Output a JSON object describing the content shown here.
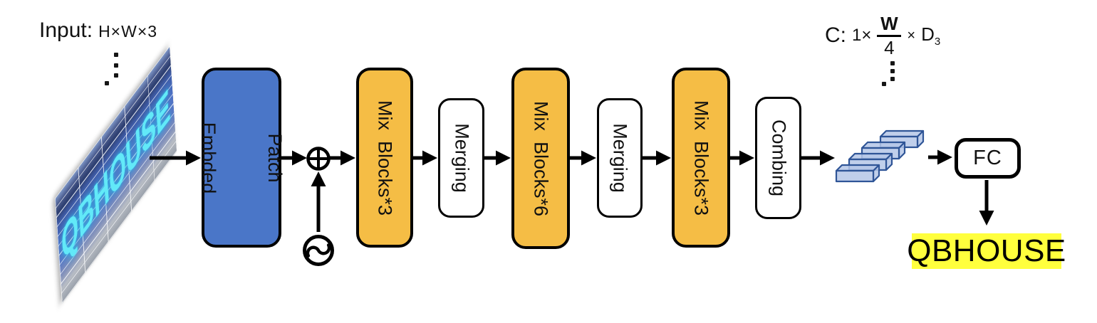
{
  "input": {
    "label": "Input:",
    "dims": "H×W×3",
    "image_text": "QBHOUSE"
  },
  "blocks": {
    "patch_embed": {
      "lines": [
        "Patch",
        "Embded"
      ]
    },
    "mix_blocks_1": {
      "label": "Mix  Blocks*3"
    },
    "merging_1": {
      "label": "Merging"
    },
    "mix_blocks_2": {
      "label": "Mix  Blocks*6"
    },
    "merging_2": {
      "label": "Merging"
    },
    "mix_blocks_3": {
      "label": "Mix  Blocks*3"
    },
    "combing": {
      "label": "Combing"
    },
    "fc": {
      "label": "FC"
    }
  },
  "output": {
    "label": "QBHOUSE"
  },
  "feature_shape": {
    "prefix": "C:",
    "factor": "1×",
    "numerator": "W",
    "denominator": "4",
    "times": "×",
    "dim": "D",
    "dim_subscript": "3"
  },
  "icons": {
    "add": "⊕",
    "positional_encoding": "∿",
    "feature_maps": "stacked-3d-bars"
  },
  "colors": {
    "patch_embed_fill": "#4a76c8",
    "mix_block_fill": "#f5bd45",
    "box_border": "#000000",
    "brick_fill": "#b5c7e8",
    "brick_stroke": "#2f5597",
    "output_highlight": "#ffff3d",
    "sign_text_cyan": "#62e9f8"
  }
}
